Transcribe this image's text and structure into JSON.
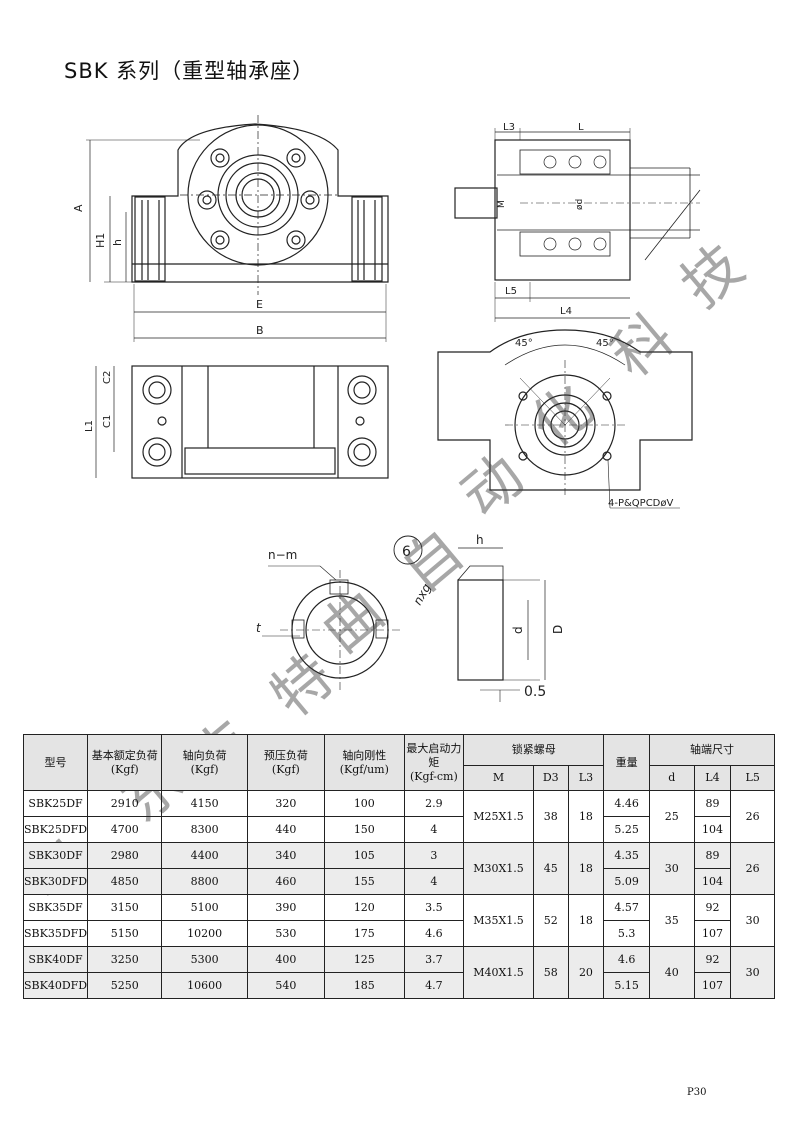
{
  "title": "SBK 系列（重型轴承座）",
  "page_number": "P30",
  "drawing_labels": {
    "A": "A",
    "H1": "H1",
    "h": "h",
    "E": "E",
    "B": "B",
    "L3": "L3",
    "L": "L",
    "M": "M",
    "d": "ød",
    "L5": "L5",
    "L4": "L4",
    "C2": "C2",
    "C1": "C1",
    "L1": "L1",
    "angle1": "45°",
    "angle2": "45°",
    "pcd": "4-P&QPCDøV",
    "nm": "n−m",
    "t": "t",
    "nxg": "nxg",
    "h2": "h",
    "d2": "d",
    "D": "D",
    "gap": "0.5",
    "circle_num": "6"
  },
  "watermark": [
    "山",
    "东",
    "丰",
    "特",
    "曲",
    "自",
    "动",
    "化",
    "科",
    "技"
  ],
  "table": {
    "headers": {
      "model": "型号",
      "basic_load": "基本额定负荷\n(Kgf)",
      "axial_load": "轴向负荷\n(Kgf)",
      "preload": "预压负荷\n(Kgf)",
      "axial_rigidity": "轴向刚性\n(Kgf/um)",
      "max_torque": "最大启动力矩\n(Kgf-cm)",
      "locknut": "锁紧螺母",
      "M": "M",
      "D3": "D3",
      "L3": "L3",
      "weight": "重量",
      "shaft_end": "轴端尺寸",
      "d": "d",
      "L4": "L4",
      "L5": "L5"
    },
    "groups": [
      {
        "M": "M25X1.5",
        "D3": "38",
        "L3": "18",
        "d": "25",
        "L5": "26",
        "rows": [
          {
            "model": "SBK25DF",
            "basic": "2910",
            "axial": "4150",
            "preload": "320",
            "rigidity": "100",
            "torque": "2.9",
            "weight": "4.46",
            "L4": "89"
          },
          {
            "model": "SBK25DFD",
            "basic": "4700",
            "axial": "8300",
            "preload": "440",
            "rigidity": "150",
            "torque": "4",
            "weight": "5.25",
            "L4": "104"
          }
        ]
      },
      {
        "M": "M30X1.5",
        "D3": "45",
        "L3": "18",
        "d": "30",
        "L5": "26",
        "rows": [
          {
            "model": "SBK30DF",
            "basic": "2980",
            "axial": "4400",
            "preload": "340",
            "rigidity": "105",
            "torque": "3",
            "weight": "4.35",
            "L4": "89"
          },
          {
            "model": "SBK30DFD",
            "basic": "4850",
            "axial": "8800",
            "preload": "460",
            "rigidity": "155",
            "torque": "4",
            "weight": "5.09",
            "L4": "104"
          }
        ]
      },
      {
        "M": "M35X1.5",
        "D3": "52",
        "L3": "18",
        "d": "35",
        "L5": "30",
        "rows": [
          {
            "model": "SBK35DF",
            "basic": "3150",
            "axial": "5100",
            "preload": "390",
            "rigidity": "120",
            "torque": "3.5",
            "weight": "4.57",
            "L4": "92"
          },
          {
            "model": "SBK35DFD",
            "basic": "5150",
            "axial": "10200",
            "preload": "530",
            "rigidity": "175",
            "torque": "4.6",
            "weight": "5.3",
            "L4": "107"
          }
        ]
      },
      {
        "M": "M40X1.5",
        "D3": "58",
        "L3": "20",
        "d": "40",
        "L5": "30",
        "rows": [
          {
            "model": "SBK40DF",
            "basic": "3250",
            "axial": "5300",
            "preload": "400",
            "rigidity": "125",
            "torque": "3.7",
            "weight": "4.6",
            "L4": "92"
          },
          {
            "model": "SBK40DFD",
            "basic": "5250",
            "axial": "10600",
            "preload": "540",
            "rigidity": "185",
            "torque": "4.7",
            "weight": "5.15",
            "L4": "107"
          }
        ]
      }
    ]
  }
}
